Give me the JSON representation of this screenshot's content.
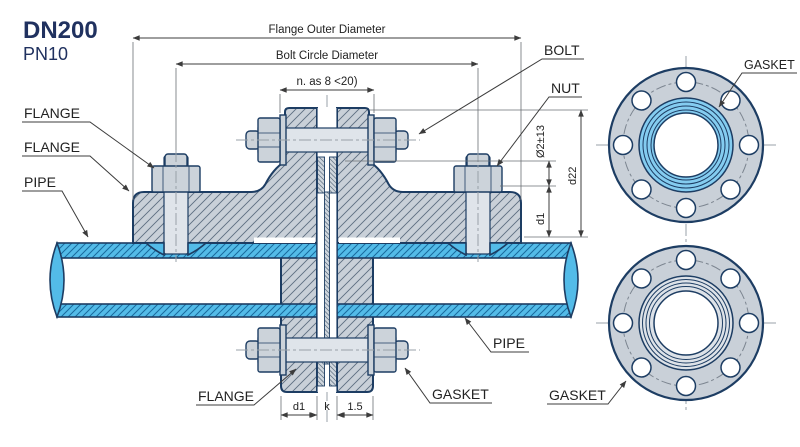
{
  "title": {
    "line1": "DN200",
    "line2": "PN10"
  },
  "dimensions": {
    "flange_outer_diameter": "Flange Outer Diameter",
    "bolt_circle_diameter": "Bolt Circle Diameter",
    "bolt_count_note": "n. as 8 <20)",
    "hole_dia": "Ø2±13",
    "d22": "d22",
    "d1_right": "d1",
    "d1_bottom": "d1",
    "k": "k",
    "gap_15": "1.5"
  },
  "callouts": {
    "flange_top_1": "FLANGE",
    "flange_top_2": "FLANGE",
    "pipe_left": "PIPE",
    "bolt": "BOLT",
    "nut": "NUT",
    "gasket_top": "GASKET",
    "flange_bottom": "FLANGE",
    "gasket_bottom_center": "GASKET",
    "pipe_right": "PIPE",
    "gasket_bottom_right": "GASKET"
  },
  "colors": {
    "outline_navy": "#1d3d63",
    "steel_fill": "#c9d0d8",
    "pipe_blue": "#53bbe8",
    "gasket_blue": "#84ccf0",
    "title_navy": "#20315f"
  }
}
